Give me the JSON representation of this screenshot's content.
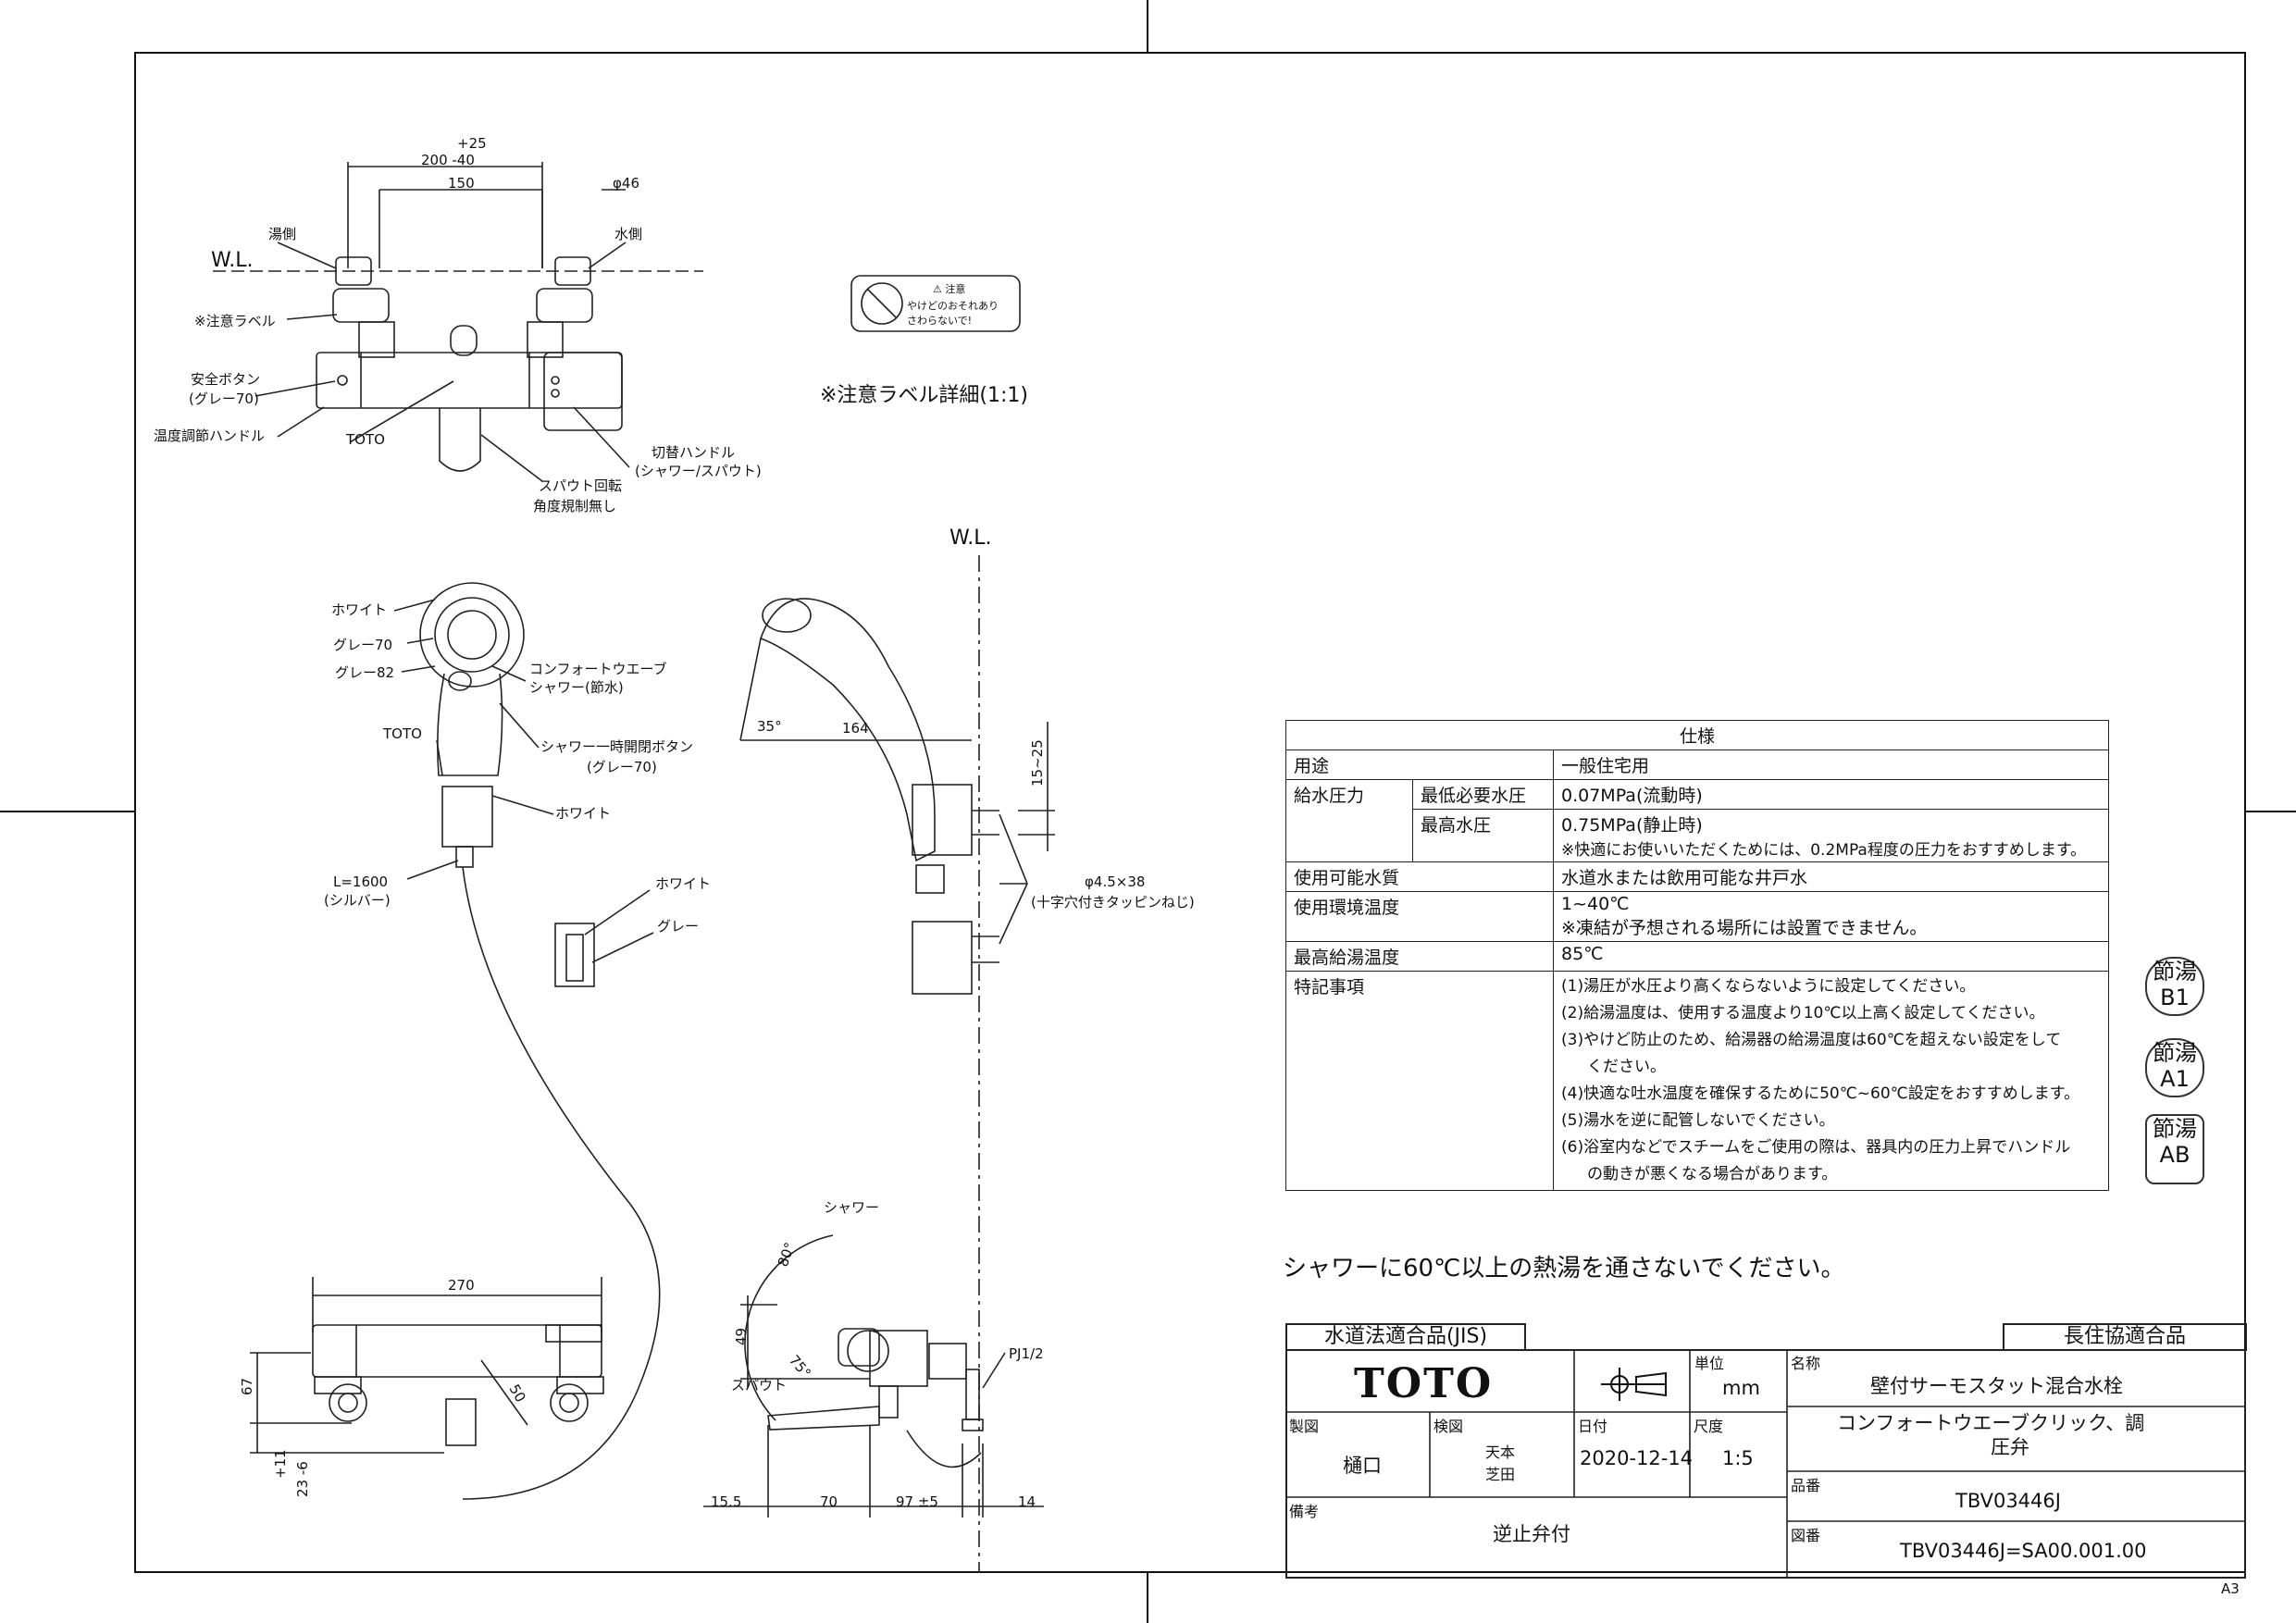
{
  "top_dims": {
    "d1": "+25",
    "d2": "200 -40",
    "d3": "150",
    "d4": "φ46"
  },
  "labels": {
    "wl": "W.L.",
    "yu": "湯側",
    "mizu": "水側",
    "caution_label": "※注意ラベル",
    "safety_btn": "安全ボタン",
    "safety_btn_color": "(グレー70)",
    "temp_handle": "温度調節ハンドル",
    "toto": "TOTO",
    "switch_handle": "切替ハンドル",
    "switch_handle_sub": "(シャワー/スパウト)",
    "spout_rot": "スパウト回転",
    "spout_rot_sub": "角度規制無し",
    "caution_detail": "※注意ラベル詳細(1:1)",
    "caution_text_1": "⚠ 注意",
    "caution_text_2": "やけどのおそれあり",
    "caution_text_3": "さわらないで!",
    "white": "ホワイト",
    "gray70": "グレー70",
    "gray82": "グレー82",
    "comfort": "コンフォートウエーブ",
    "comfort_sub": "シャワー(節水)",
    "shower_btn": "シャワー一時開閉ボタン",
    "shower_btn_sub": "(グレー70)",
    "white2": "ホワイト",
    "toto2": "TOTO",
    "hose": "L=1600",
    "hose_sub": "(シルバー)",
    "white3": "ホワイト",
    "gray": "グレー",
    "wl2": "W.L.",
    "angle35": "35°",
    "dim164": "164",
    "dim15_25": "15~25",
    "screw": "φ4.5×38",
    "screw_sub": "(十字穴付きタッピンねじ)",
    "shower": "シャワー",
    "angle80": "80°",
    "dim270": "270",
    "dim67": "67",
    "dim11": "+11",
    "dim23": "23 -6",
    "dim50": "50",
    "dim49": "49",
    "angle75": "75°",
    "spout": "スパウト",
    "pj": "PJ1/2",
    "b155": "15.5",
    "b70": "70",
    "b97": "97 ±5",
    "b14": "14"
  },
  "spec": {
    "title": "仕様",
    "rows": [
      {
        "k": "用途",
        "v": "一般住宅用"
      },
      {
        "k": "給水圧力",
        "k2": "最低必要水圧",
        "v": "0.07MPa(流動時)"
      },
      {
        "k2": "最高水圧",
        "v": "0.75MPa(静止時)",
        "note": "※快適にお使いいただくためには、0.2MPa程度の圧力をおすすめします。"
      },
      {
        "k": "使用可能水質",
        "v": "水道水または飲用可能な井戸水"
      },
      {
        "k": "使用環境温度",
        "v": "1~40℃",
        "note": "※凍結が予想される場所には設置できません。"
      },
      {
        "k": "最高給湯温度",
        "v": "85℃"
      },
      {
        "k": "特記事項",
        "items": [
          "(1)湯圧が水圧より高くならないように設定してください。",
          "(2)給湯温度は、使用する温度より10℃以上高く設定してください。",
          "(3)やけど防止のため、給湯器の給湯温度は60℃を超えない設定をして",
          "ください。",
          "(4)快適な吐水温度を確保するために50℃~60℃設定をおすすめします。",
          "(5)湯水を逆に配管しないでください。",
          "(6)浴室内などでスチームをご使用の際は、器具内の圧力上昇でハンドル",
          "の動きが悪くなる場合があります。"
        ]
      }
    ]
  },
  "badges": [
    {
      "top": "節湯",
      "bottom": "B1"
    },
    {
      "top": "節湯",
      "bottom": "A1"
    },
    {
      "top": "節湯",
      "bottom": "AB"
    }
  ],
  "warning": "シャワーに60℃以上の熱湯を通さないでください。",
  "jis": "水道法適合品(JIS)",
  "choju": "長住協適合品",
  "title_block": {
    "logo": "TOTO",
    "unit_label": "単位",
    "unit": "mm",
    "name_label": "名称",
    "name1": "壁付サーモスタット混合水栓",
    "name2": "コンフォートウエーブクリック、調",
    "name3": "圧弁",
    "drawn_label": "製図",
    "drawn": "樋口",
    "check_label": "検図",
    "check1": "天本",
    "check2": "芝田",
    "date_label": "日付",
    "date": "2020-12-14",
    "scale_label": "尺度",
    "scale": "1:5",
    "part_label": "品番",
    "part": "TBV03446J",
    "remarks_label": "備考",
    "remarks": "逆止弁付",
    "dwg_label": "図番",
    "dwg": "TBV03446J=SA00.001.00"
  },
  "sheet": "A3"
}
